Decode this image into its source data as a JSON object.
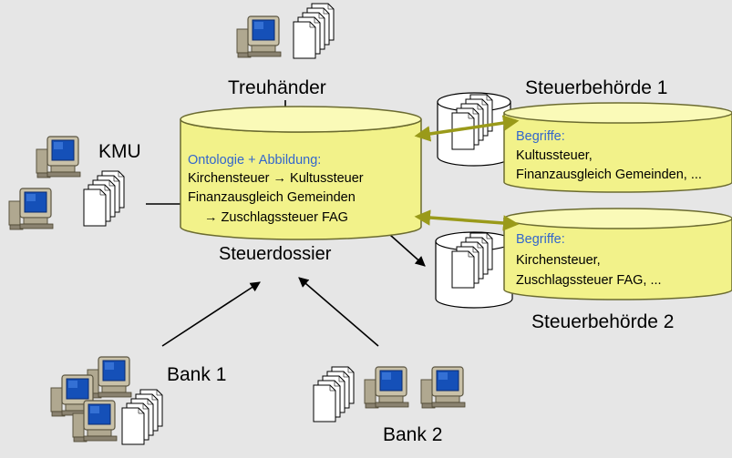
{
  "nodes": {
    "treuhaender": {
      "label": "Treuhänder"
    },
    "kmu": {
      "label": "KMU"
    },
    "bank1": {
      "label": "Bank 1"
    },
    "bank2": {
      "label": "Bank 2"
    },
    "steuerdossier": {
      "label": "Steuerdossier",
      "header": "Ontologie + Abbildung:",
      "lines": [
        "Kirchensteuer → Kultussteuer",
        "Finanzausgleich Gemeinden",
        "→ Zuschlagssteuer FAG"
      ]
    },
    "behoerde1": {
      "label": "Steuerbehörde 1",
      "header": "Begriffe:",
      "lines": [
        "Kultussteuer,",
        "Finanzausgleich Gemeinden, ..."
      ]
    },
    "behoerde2": {
      "label": "Steuerbehörde 2",
      "header": "Begriffe:",
      "lines": [
        "Kirchensteuer,",
        "Zuschlagssteuer FAG, ..."
      ]
    }
  },
  "colors": {
    "background": "#e6e6e6",
    "cylinder_fill": "#f2f28a",
    "cylinder_top": "#fafab8",
    "cylinder_stroke": "#6b6b30",
    "mapping_arrow": "#9a9a1a",
    "header_text": "#3366cc"
  },
  "icons": [
    "computer-icon",
    "documents-icon",
    "database-icon"
  ]
}
